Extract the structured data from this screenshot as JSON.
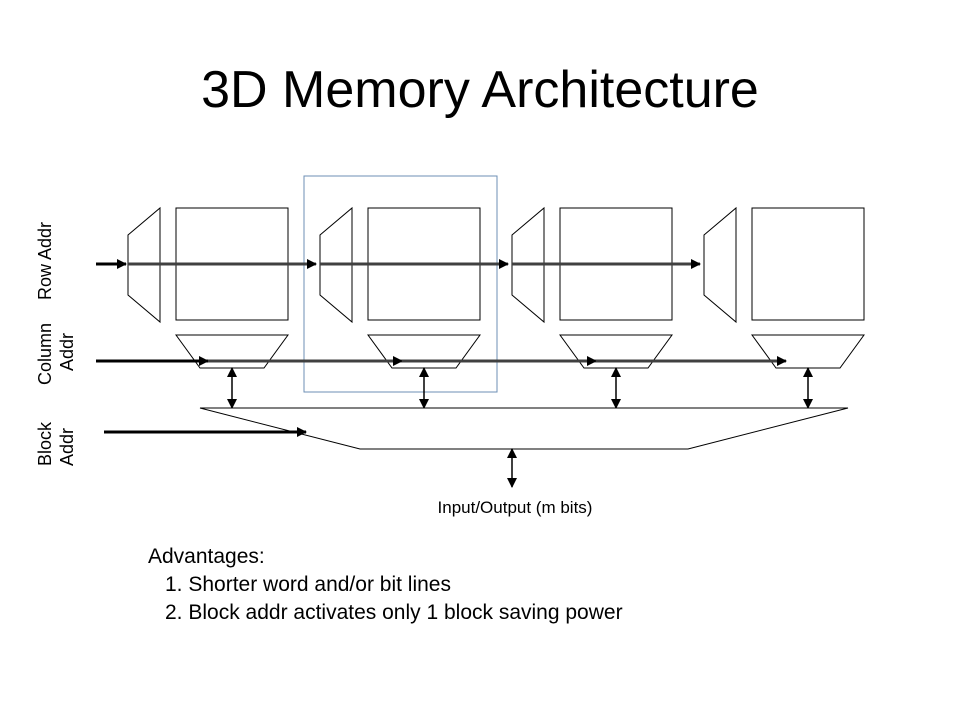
{
  "title": "3D Memory Architecture",
  "labels": {
    "row_addr": "Row Addr",
    "column_addr_line1": "Column",
    "column_addr_line2": "Addr",
    "block_addr_line1": "Block",
    "block_addr_line2": "Addr",
    "io": "Input/Output (m bits)"
  },
  "advantages": {
    "heading": "Advantages:",
    "items": [
      "1. Shorter word and/or bit lines",
      "2. Block addr activates only 1 block saving power"
    ]
  },
  "colors": {
    "line": "#000000",
    "highlight_box": "#6d8fb4",
    "row_line": "#404040"
  }
}
